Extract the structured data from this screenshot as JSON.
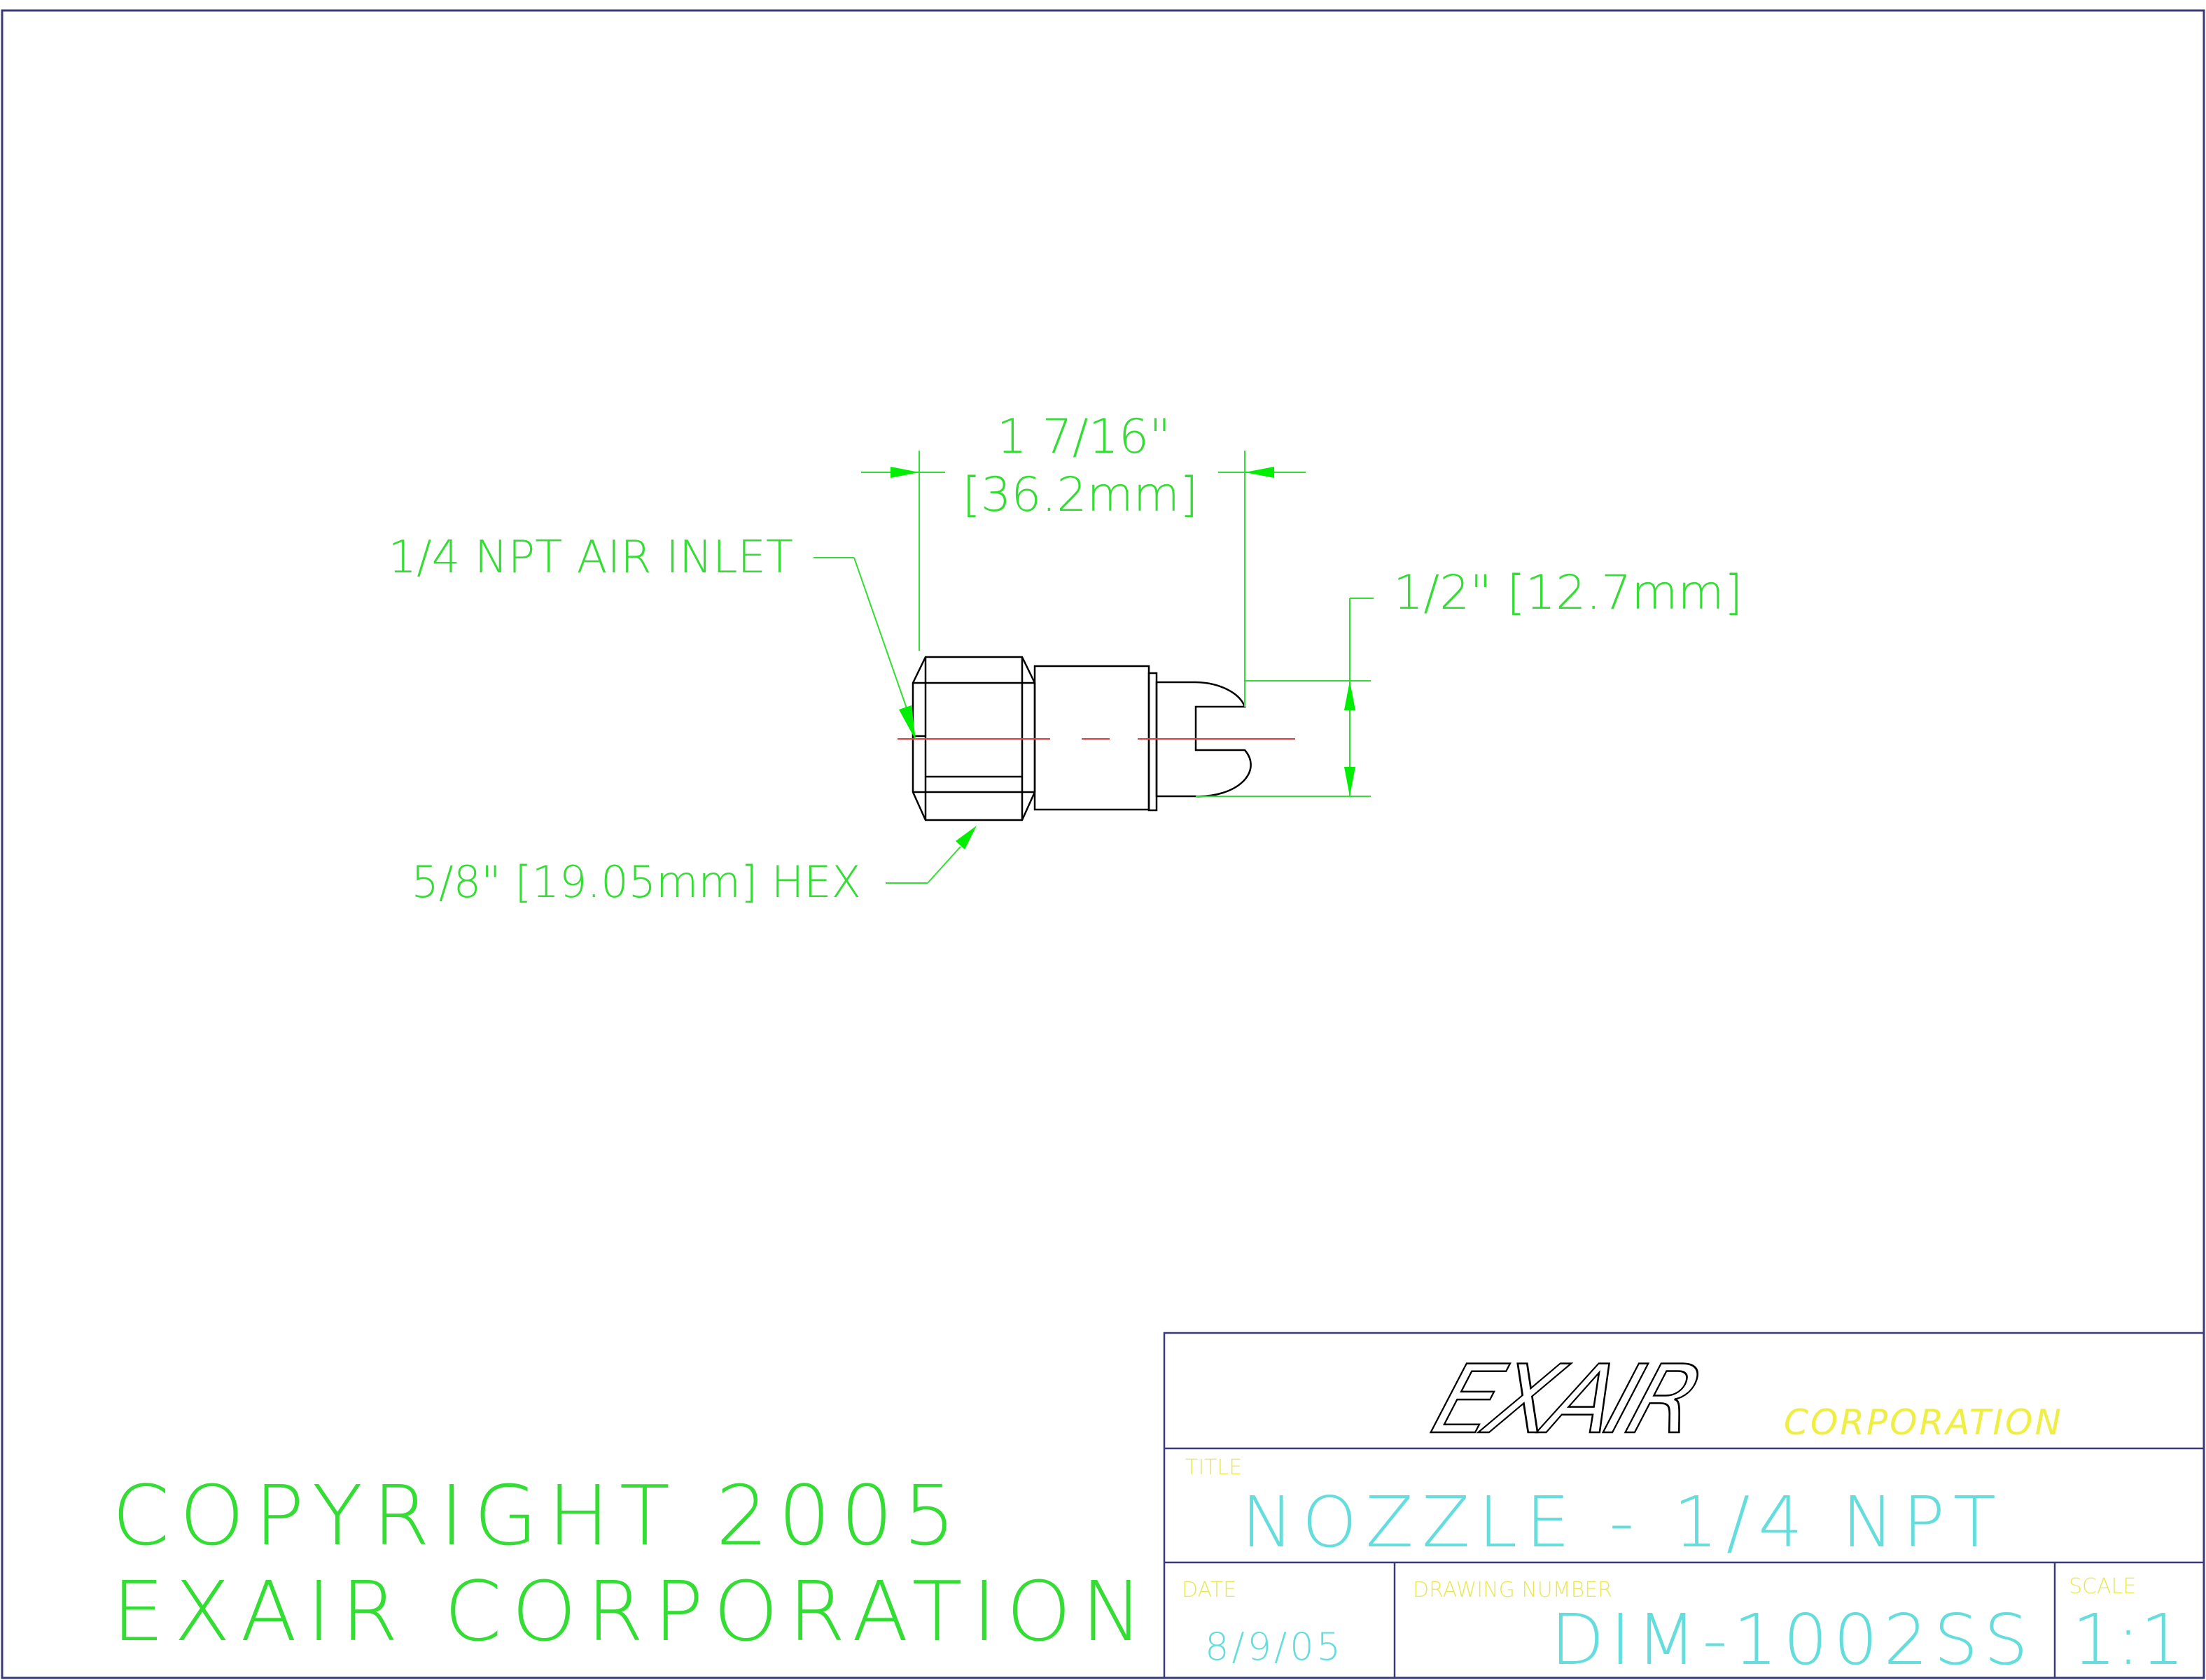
{
  "colors": {
    "dimension": "#33dd33",
    "arrow": "#00ee00",
    "part_outline": "#000000",
    "centerline": "#e04040",
    "frame": "#3a3a7a",
    "logo_corporation": "#eeee44",
    "title_text": "#66dddd",
    "field_label": "#e8e855"
  },
  "dimensions": {
    "length_inch": "1 7/16\"",
    "length_mm": "[36.2mm]",
    "diameter": "1/2\" [12.7mm]",
    "inlet_label": "1/4 NPT AIR INLET",
    "hex_label": "5/8\" [19.05mm] HEX"
  },
  "copyright": {
    "line1": "COPYRIGHT 2005",
    "line2": "EXAIR CORPORATION"
  },
  "title_block": {
    "logo_text": "EXAIR",
    "logo_suffix": "CORPORATION",
    "title_label": "TITLE",
    "title_value": "NOZZLE - 1/4 NPT",
    "date_label": "DATE",
    "date_value": "8/9/05",
    "drawing_number_label": "DRAWING NUMBER",
    "drawing_number_value": "DIM-1002SS",
    "scale_label": "SCALE",
    "scale_value": "1:1"
  }
}
